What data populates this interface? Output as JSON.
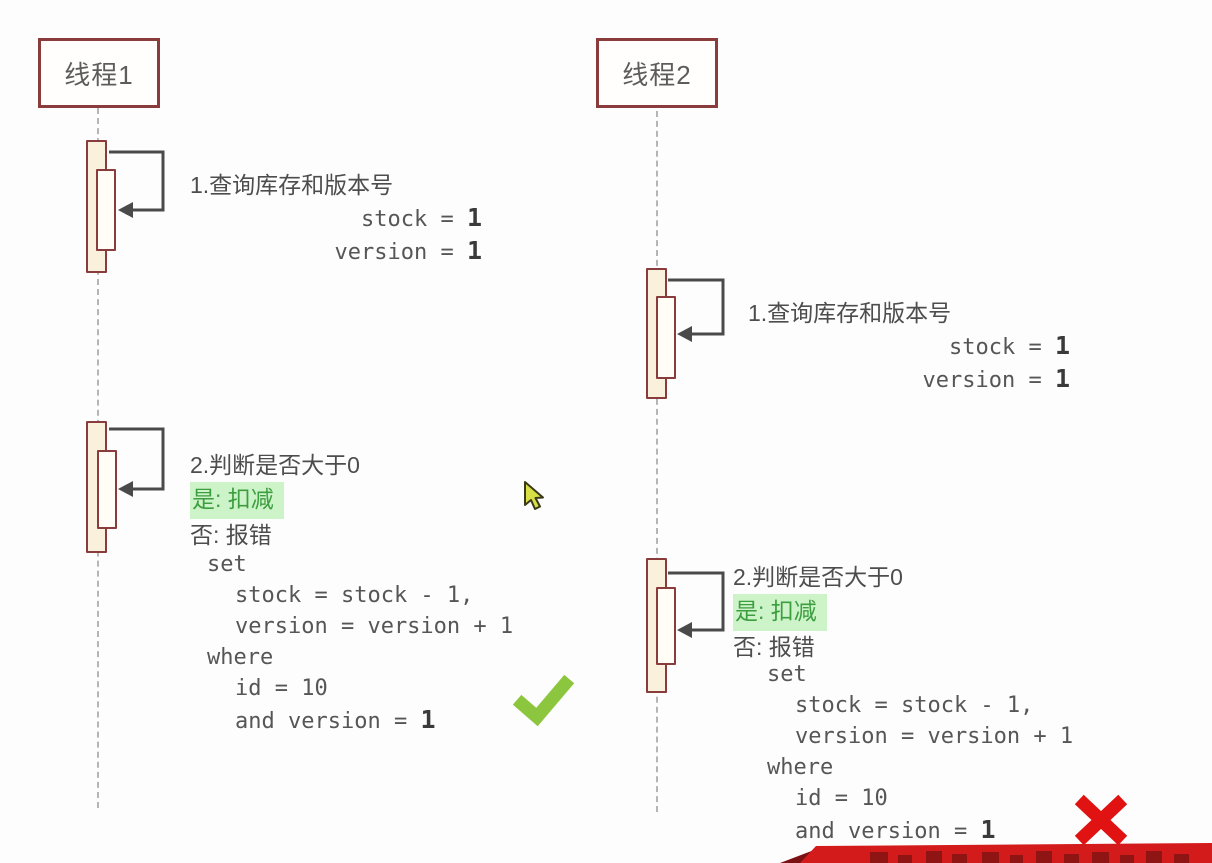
{
  "threads": [
    {
      "name": "线程1",
      "step1": {
        "title": "1.查询库存和版本号",
        "stock_label": "stock = ",
        "stock_value": "1",
        "version_label": "version = ",
        "version_value": "1"
      },
      "step2": {
        "title": "2.判断是否大于0",
        "yes_label": "是: 扣减",
        "no_label": "否: 报错",
        "sql_set": "set",
        "sql_stock": "stock = stock - 1,",
        "sql_version": "version = version + 1",
        "sql_where": "where",
        "sql_id": "id = 10",
        "sql_and": "and version = ",
        "sql_and_value": "1",
        "result_icon": "check-icon"
      }
    },
    {
      "name": "线程2",
      "step1": {
        "title": "1.查询库存和版本号",
        "stock_label": "stock = ",
        "stock_value": "1",
        "version_label": "version = ",
        "version_value": "1"
      },
      "step2": {
        "title": "2.判断是否大于0",
        "yes_label": "是: 扣减",
        "no_label": "否: 报错",
        "sql_set": "set",
        "sql_stock": "stock = stock - 1,",
        "sql_version": "version = version + 1",
        "sql_where": "where",
        "sql_id": "id = 10",
        "sql_and": "and version = ",
        "sql_and_value": "1",
        "result_icon": "x-icon"
      }
    }
  ],
  "cursor": {
    "icon": "arrow-pointer"
  },
  "colors": {
    "box_border": "#8a3b3b",
    "activation_fill": "#faf1dc",
    "loop_arrow": "#4a4a4a",
    "text_gray": "#4d4d4d",
    "highlight_bg": "#cdf3c8",
    "highlight_text": "#3d9e40",
    "check_green": "#8cc63e",
    "cross_red": "#e01212",
    "banner_red": "#d31b1b",
    "banner_fold": "#7c1114",
    "cursor_fill": "#d7e044"
  }
}
